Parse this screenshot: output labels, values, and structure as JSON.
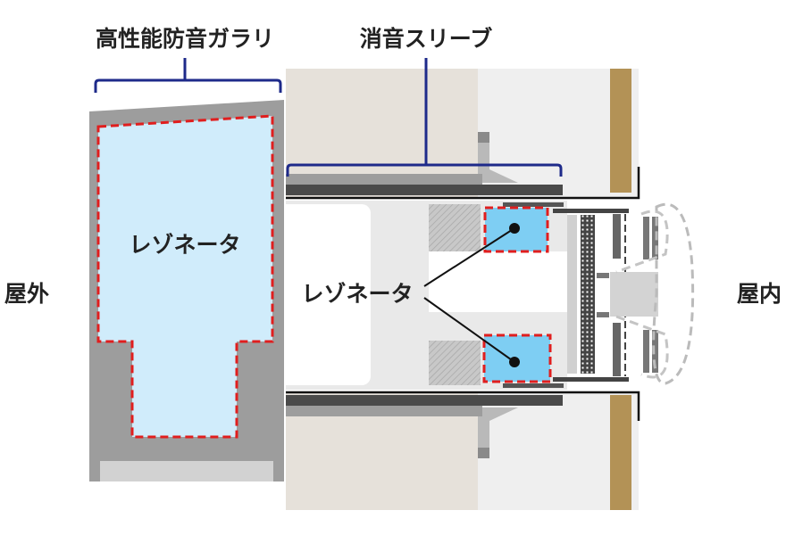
{
  "labels": {
    "louver": "高性能防音ガラリ",
    "sleeve": "消音スリーブ",
    "resonator_left": "レゾネータ",
    "resonator_center": "レゾネータ",
    "outdoor": "屋外",
    "indoor": "屋内"
  },
  "colors": {
    "bracket": "#1e2a8a",
    "resonator_fill": "#d0ecfb",
    "resonator_small_fill": "#7ecef3",
    "dashed_outline": "#e01e1e",
    "wall": "#e6e1da",
    "wood": "#b39256",
    "louver": "#9d9d9d"
  }
}
